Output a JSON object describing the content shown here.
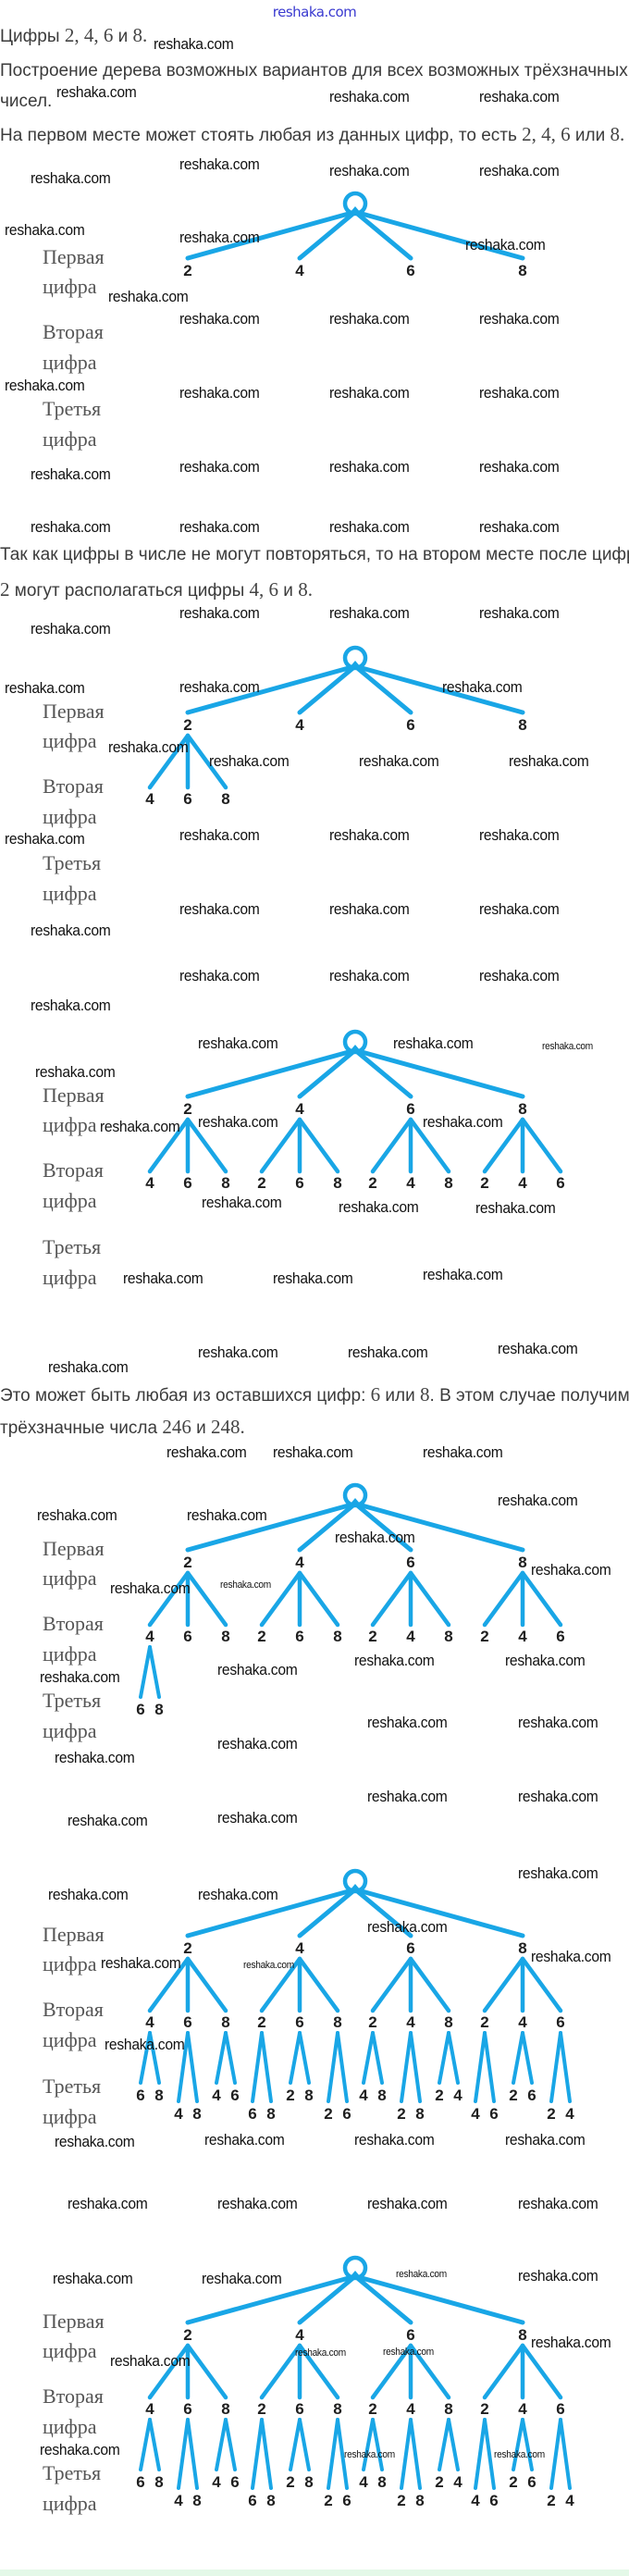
{
  "header": {
    "site_link": "reshaka.com"
  },
  "watermark": "reshaka.com",
  "text": {
    "lines": [
      [
        "Цифры ",
        "2, 4, 6",
        " и ",
        "8."
      ],
      [
        "Построение дерева возможных вариантов для всех возможных трёхзначных"
      ],
      [
        "чисел."
      ],
      [
        "На первом месте может стоять любая из данных цифр, то есть ",
        "2, 4, 6",
        " или ",
        "8."
      ],
      [
        "Так как цифры в числе не могут повторяться, то на втором месте после цифры"
      ],
      [
        "",
        "2",
        " могут располагаться цифры ",
        "4, 6",
        " и ",
        "8."
      ],
      [
        "Это может быть любая из оставшихся цифр: ",
        "6",
        " или ",
        "8",
        ". В этом случае получим"
      ],
      [
        "трёхзначные числа ",
        "246",
        " и ",
        "248."
      ]
    ]
  },
  "level_labels": [
    [
      "Первая",
      "цифра"
    ],
    [
      "Вторая",
      "цифра"
    ],
    [
      "Третья",
      "цифра"
    ]
  ],
  "colors": {
    "branch": "#19a6e6",
    "digit": "#1e1e1e",
    "footer": "#e4f9e8",
    "link": "#3a3ad0"
  },
  "trees": [
    {
      "first": [
        "2",
        "4",
        "6",
        "8"
      ],
      "second": {},
      "third": {}
    },
    {
      "first": [
        "2",
        "4",
        "6",
        "8"
      ],
      "second": {
        "2": [
          "4",
          "6",
          "8"
        ]
      },
      "third": {}
    },
    {
      "first": [
        "2",
        "4",
        "6",
        "8"
      ],
      "second": {
        "2": [
          "4",
          "6",
          "8"
        ],
        "4": [
          "2",
          "6",
          "8"
        ],
        "6": [
          "2",
          "4",
          "8"
        ],
        "8": [
          "2",
          "4",
          "6"
        ]
      },
      "third": {}
    },
    {
      "first": [
        "2",
        "4",
        "6",
        "8"
      ],
      "second": {
        "2": [
          "4",
          "6",
          "8"
        ],
        "4": [
          "2",
          "6",
          "8"
        ],
        "6": [
          "2",
          "4",
          "8"
        ],
        "8": [
          "2",
          "4",
          "6"
        ]
      },
      "third": {
        "2-4": [
          "6",
          "8"
        ]
      }
    },
    {
      "first": [
        "2",
        "4",
        "6",
        "8"
      ],
      "second": {
        "2": [
          "4",
          "6",
          "8"
        ],
        "4": [
          "2",
          "6",
          "8"
        ],
        "6": [
          "2",
          "4",
          "8"
        ],
        "8": [
          "2",
          "4",
          "6"
        ]
      },
      "third": {
        "2-4": [
          "6",
          "8"
        ],
        "2-6": [
          "4",
          "8"
        ],
        "2-8": [
          "4",
          "6"
        ],
        "4-2": [
          "6",
          "8"
        ],
        "4-6": [
          "2",
          "8"
        ],
        "4-8": [
          "2",
          "6"
        ],
        "6-2": [
          "4",
          "8"
        ],
        "6-4": [
          "2",
          "8"
        ],
        "6-8": [
          "2",
          "4"
        ],
        "8-2": [
          "4",
          "6"
        ],
        "8-4": [
          "2",
          "6"
        ],
        "8-6": [
          "2",
          "4"
        ]
      }
    },
    {
      "first": [
        "2",
        "4",
        "6",
        "8"
      ],
      "second": {
        "2": [
          "4",
          "6",
          "8"
        ],
        "4": [
          "2",
          "6",
          "8"
        ],
        "6": [
          "2",
          "4",
          "8"
        ],
        "8": [
          "2",
          "4",
          "6"
        ]
      },
      "third": {
        "2-4": [
          "6",
          "8"
        ],
        "2-6": [
          "4",
          "8"
        ],
        "2-8": [
          "4",
          "6"
        ],
        "4-2": [
          "6",
          "8"
        ],
        "4-6": [
          "2",
          "8"
        ],
        "4-8": [
          "2",
          "6"
        ],
        "6-2": [
          "4",
          "8"
        ],
        "6-4": [
          "2",
          "8"
        ],
        "6-8": [
          "2",
          "4"
        ],
        "8-2": [
          "4",
          "6"
        ],
        "8-4": [
          "2",
          "6"
        ],
        "8-6": [
          "2",
          "4"
        ]
      }
    }
  ]
}
